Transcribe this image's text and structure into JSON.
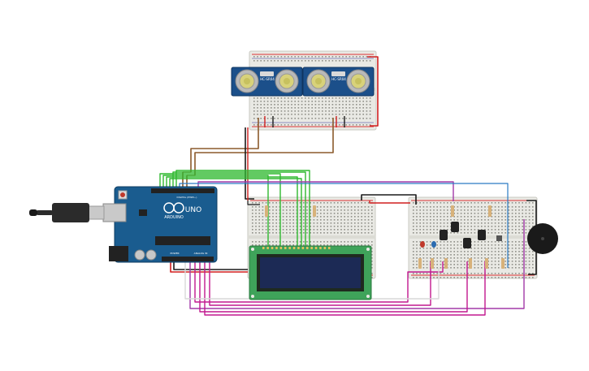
{
  "sensors": [
    {
      "label": "HC-SR04"
    },
    {
      "label": "HC-SR04"
    }
  ],
  "arduino": {
    "brand": "ARDUINO",
    "model": "UNO",
    "header_digital": "DIGITAL (PWM~)",
    "header_power": "POWER",
    "header_analog": "ANALOG IN"
  },
  "lcd": {
    "line1": "",
    "line2": ""
  },
  "colors": {
    "board_blue": "#1a5c8f",
    "breadboard": "#e9e9e4",
    "lcd_green": "#3fa35a",
    "lcd_screen": "#1c2a55",
    "wire_red": "#d11f1f",
    "wire_black": "#1a1a1a",
    "wire_green": "#2fb82f",
    "wire_brown": "#8b5a2b",
    "wire_purple": "#a23aa8",
    "wire_magenta": "#c2188f",
    "wire_blue": "#2a7bc4",
    "wire_white": "#d8d8d8"
  }
}
